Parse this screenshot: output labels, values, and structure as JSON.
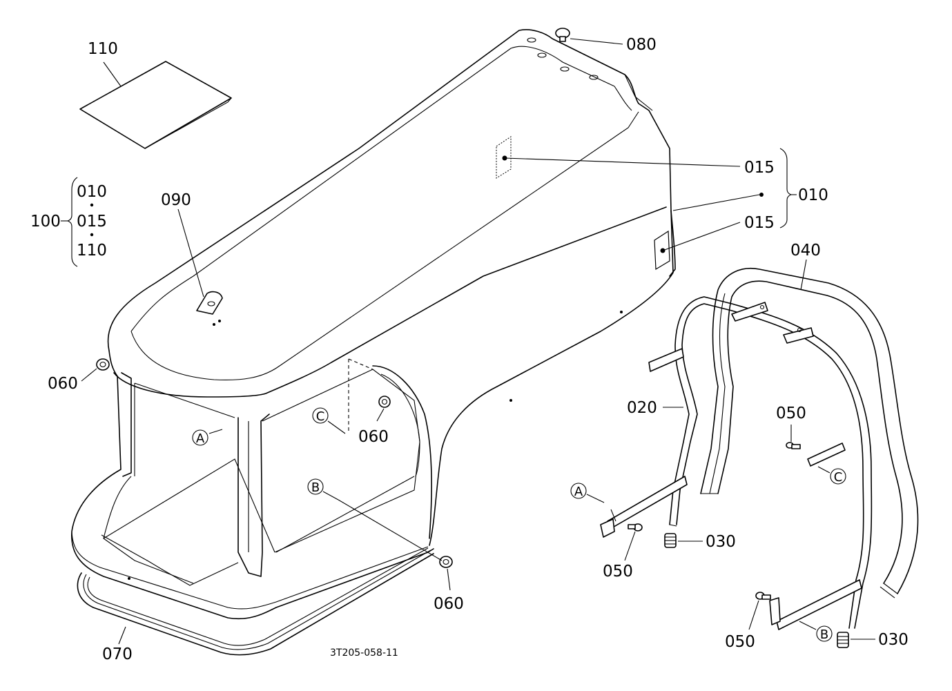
{
  "diagram": {
    "drawing_number": "3T205-058-11",
    "part_labels": {
      "p110": "110",
      "p080": "080",
      "p090": "090",
      "p015_upper": "015",
      "p015_lower": "015",
      "p010_group": "010",
      "p040": "040",
      "p060_left": "060",
      "p060_mid": "060",
      "p060_bottom": "060",
      "p020": "020",
      "p050_right": "050",
      "p050_mid": "050",
      "p050_bottom": "050",
      "p030_mid": "030",
      "p030_bottom": "030",
      "p070": "070"
    },
    "kit": {
      "label": "100",
      "items": [
        "010",
        "015",
        "110"
      ]
    },
    "reference_marks": {
      "a_canopy": "A",
      "a_bracket": "A",
      "b_canopy": "B",
      "b_bracket": "B",
      "c_canopy": "C",
      "c_bracket": "C"
    }
  }
}
